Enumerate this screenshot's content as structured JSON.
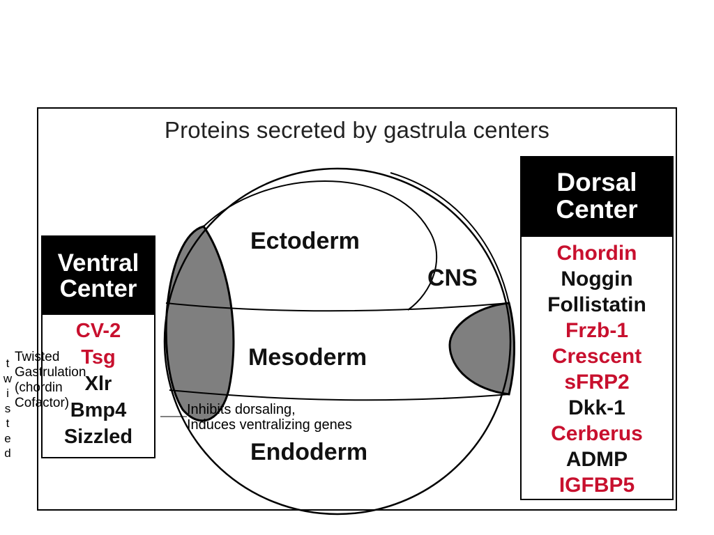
{
  "title": "Proteins secreted by gastrula centers",
  "ventral": {
    "heading_line1": "Ventral",
    "heading_line2": "Center",
    "items": [
      {
        "label": "CV-2",
        "color": "#c8102e"
      },
      {
        "label": "Tsg",
        "color": "#c8102e"
      },
      {
        "label": "Xlr",
        "color": "#111111"
      },
      {
        "label": "Bmp4",
        "color": "#111111"
      },
      {
        "label": "Sizzled",
        "color": "#111111"
      }
    ]
  },
  "dorsal": {
    "heading_line1": "Dorsal",
    "heading_line2": "Center",
    "items": [
      {
        "label": "Chordin",
        "color": "#c8102e"
      },
      {
        "label": "Noggin",
        "color": "#111111"
      },
      {
        "label": "Follistatin",
        "color": "#111111"
      },
      {
        "label": "Frzb-1",
        "color": "#c8102e"
      },
      {
        "label": "Crescent",
        "color": "#c8102e"
      },
      {
        "label": "sFRP2",
        "color": "#c8102e"
      },
      {
        "label": "Dkk-1",
        "color": "#111111"
      },
      {
        "label": "Cerberus",
        "color": "#c8102e"
      },
      {
        "label": "ADMP",
        "color": "#111111"
      },
      {
        "label": "IGFBP5",
        "color": "#c8102e"
      }
    ]
  },
  "regions": {
    "ectoderm": "Ectoderm",
    "cns": "CNS",
    "mesoderm": "Mesoderm",
    "endoderm": "Endoderm"
  },
  "annotations": {
    "twisted_line1": "Twisted",
    "twisted_line2": "Gastrulation",
    "twisted_line3": "(chordin",
    "twisted_line4": "Cofactor)",
    "bmp4_line1": "Inhibits dorsaling,",
    "bmp4_line2": "Induces ventralizing genes",
    "vertical_letters": [
      "t",
      "w",
      "i",
      "s",
      "t",
      "e",
      "d"
    ]
  },
  "colors": {
    "shaded_region": "#7f7f7f",
    "red_protein": "#c8102e"
  }
}
